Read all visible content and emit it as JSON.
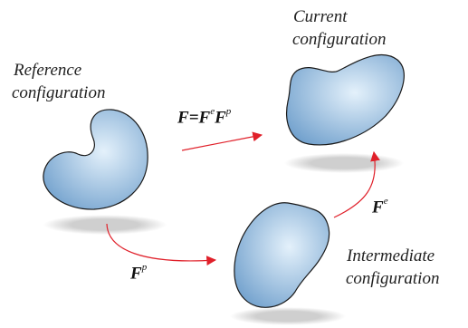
{
  "configurations": {
    "reference": {
      "line1": "Reference",
      "line2": "configuration"
    },
    "current": {
      "line1": "Current",
      "line2": "configuration"
    },
    "intermediate": {
      "line1": "Intermediate",
      "line2": "configuration"
    }
  },
  "maps": {
    "total": {
      "lhs": "F",
      "eq": "=",
      "fe_base": "F",
      "fe_sup": "e",
      "fp_base": "F",
      "fp_sup": "p"
    },
    "plastic": {
      "base": "F",
      "sup": "p"
    },
    "elastic": {
      "base": "F",
      "sup": "e"
    }
  },
  "colors": {
    "body_light": "#e4f1fb",
    "body_dark": "#6f9fcc",
    "outline": "#1a1a1a",
    "shadow": "#cfcfcf",
    "arrow": "#e0202a"
  }
}
